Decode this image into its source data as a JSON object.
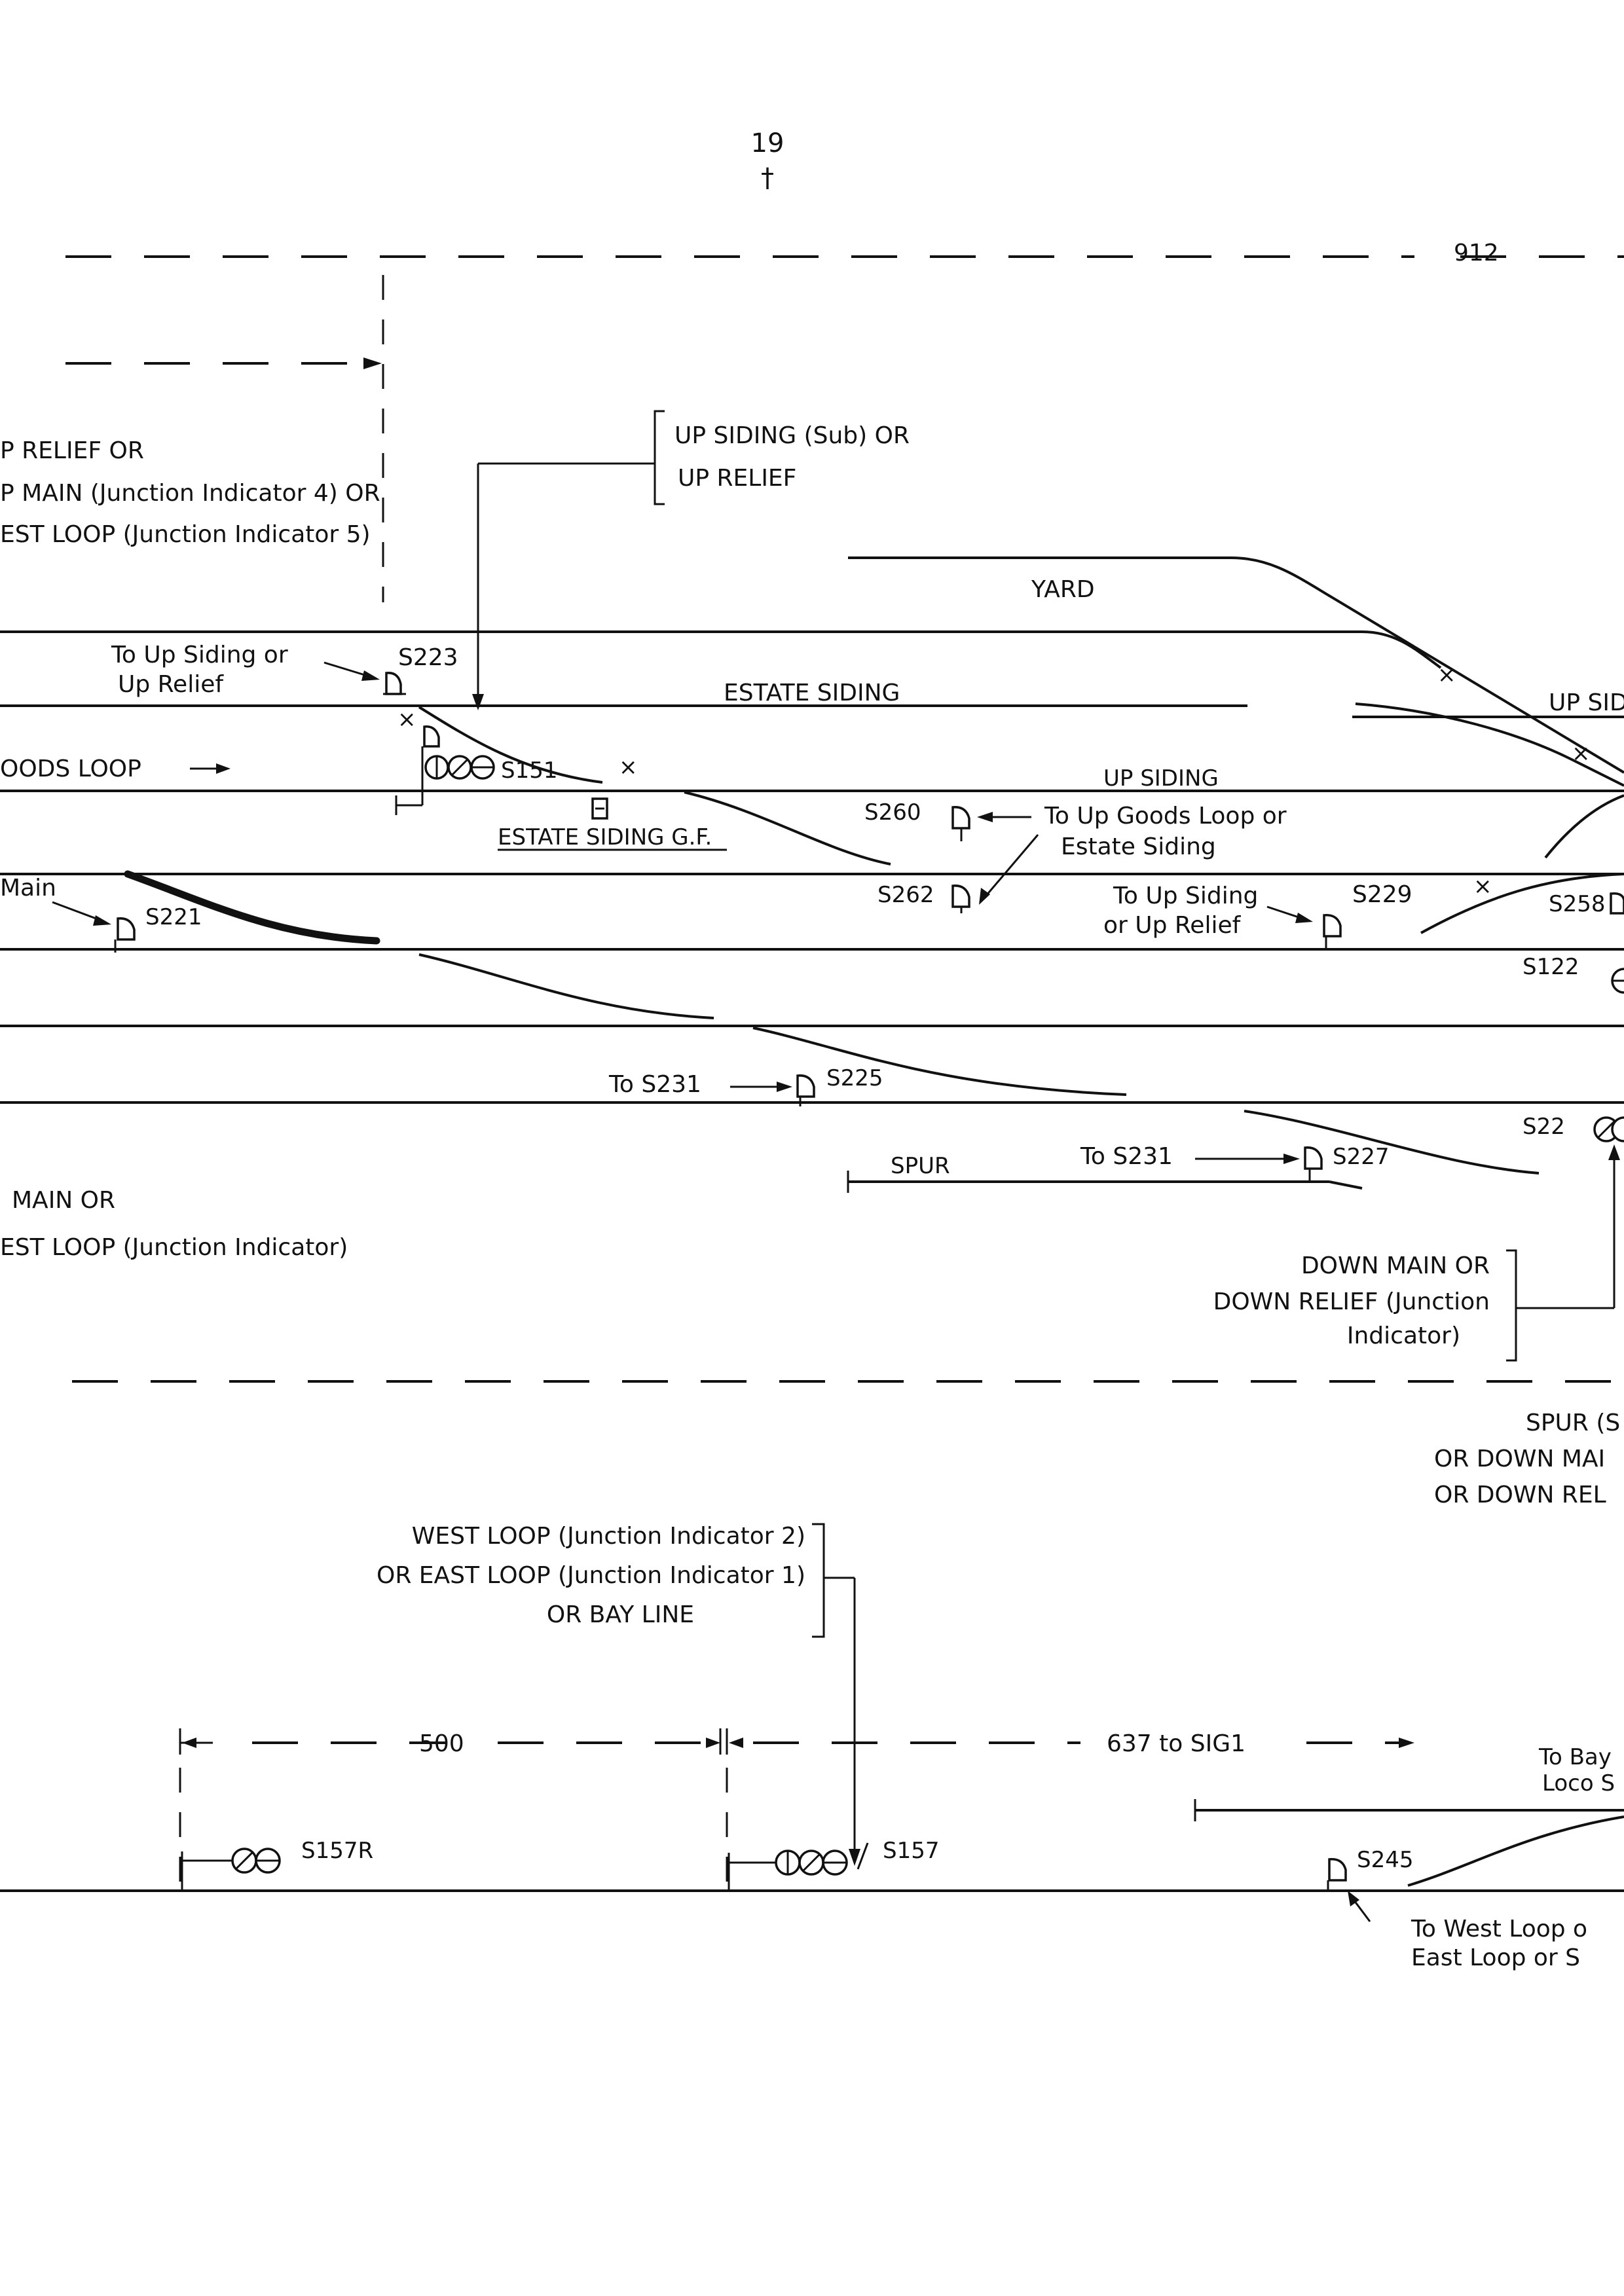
{
  "page": {
    "number": "19",
    "mark": "†"
  },
  "boundary": {
    "label": "912"
  },
  "routes": {
    "up_relief_group": [
      "P RELIEF OR",
      "P MAIN (Junction Indicator 4) OR",
      "EST LOOP (Junction Indicator 5)"
    ],
    "up_siding_sub": [
      "UP SIDING (Sub) OR",
      "UP RELIEF"
    ],
    "down_main_left": [
      "MAIN OR",
      "EST LOOP (Junction Indicator)"
    ],
    "down_main_right": [
      "DOWN MAIN OR",
      "DOWN RELIEF (Junction",
      "Indicator)"
    ],
    "spur_right": [
      "SPUR (S",
      "OR DOWN MAI",
      "OR DOWN REL"
    ],
    "west_loop_group": [
      "WEST LOOP (Junction Indicator 2)",
      "OR EAST LOOP (Junction Indicator 1)",
      "OR BAY LINE"
    ]
  },
  "tracks": {
    "yard": "YARD",
    "estate_siding": "ESTATE SIDING",
    "up_sid_right": "UP SID",
    "goods_loop": "OODS LOOP",
    "up_siding": "UP SIDING",
    "estate_siding_gf": "ESTATE SIDING G.F.",
    "main_left": "Main",
    "spur": "SPUR"
  },
  "notes": {
    "to_up_siding_relief_1": [
      "To Up Siding or",
      "Up Relief"
    ],
    "to_up_goods_loop": [
      "To Up Goods Loop or",
      "Estate Siding"
    ],
    "to_up_siding_relief_2": [
      "To Up Siding",
      "or Up Relief"
    ],
    "to_s231_a": "To S231",
    "to_s231_b": "To S231",
    "to_bay": [
      "To Bay",
      "Loco S"
    ],
    "to_west_loop": [
      "To West Loop o",
      "East Loop or S"
    ]
  },
  "signals": {
    "s223": "S223",
    "s151": "S151",
    "s260": "S260",
    "s262": "S262",
    "s229": "S229",
    "s258": "S258",
    "s221": "S221",
    "s122": "S122",
    "s225": "S225",
    "s227": "S227",
    "s22": "S22",
    "s157r": "S157R",
    "s157": "S157",
    "s245": "S245"
  },
  "dimensions": {
    "d500": "500",
    "d637": "637 to SIG1"
  }
}
